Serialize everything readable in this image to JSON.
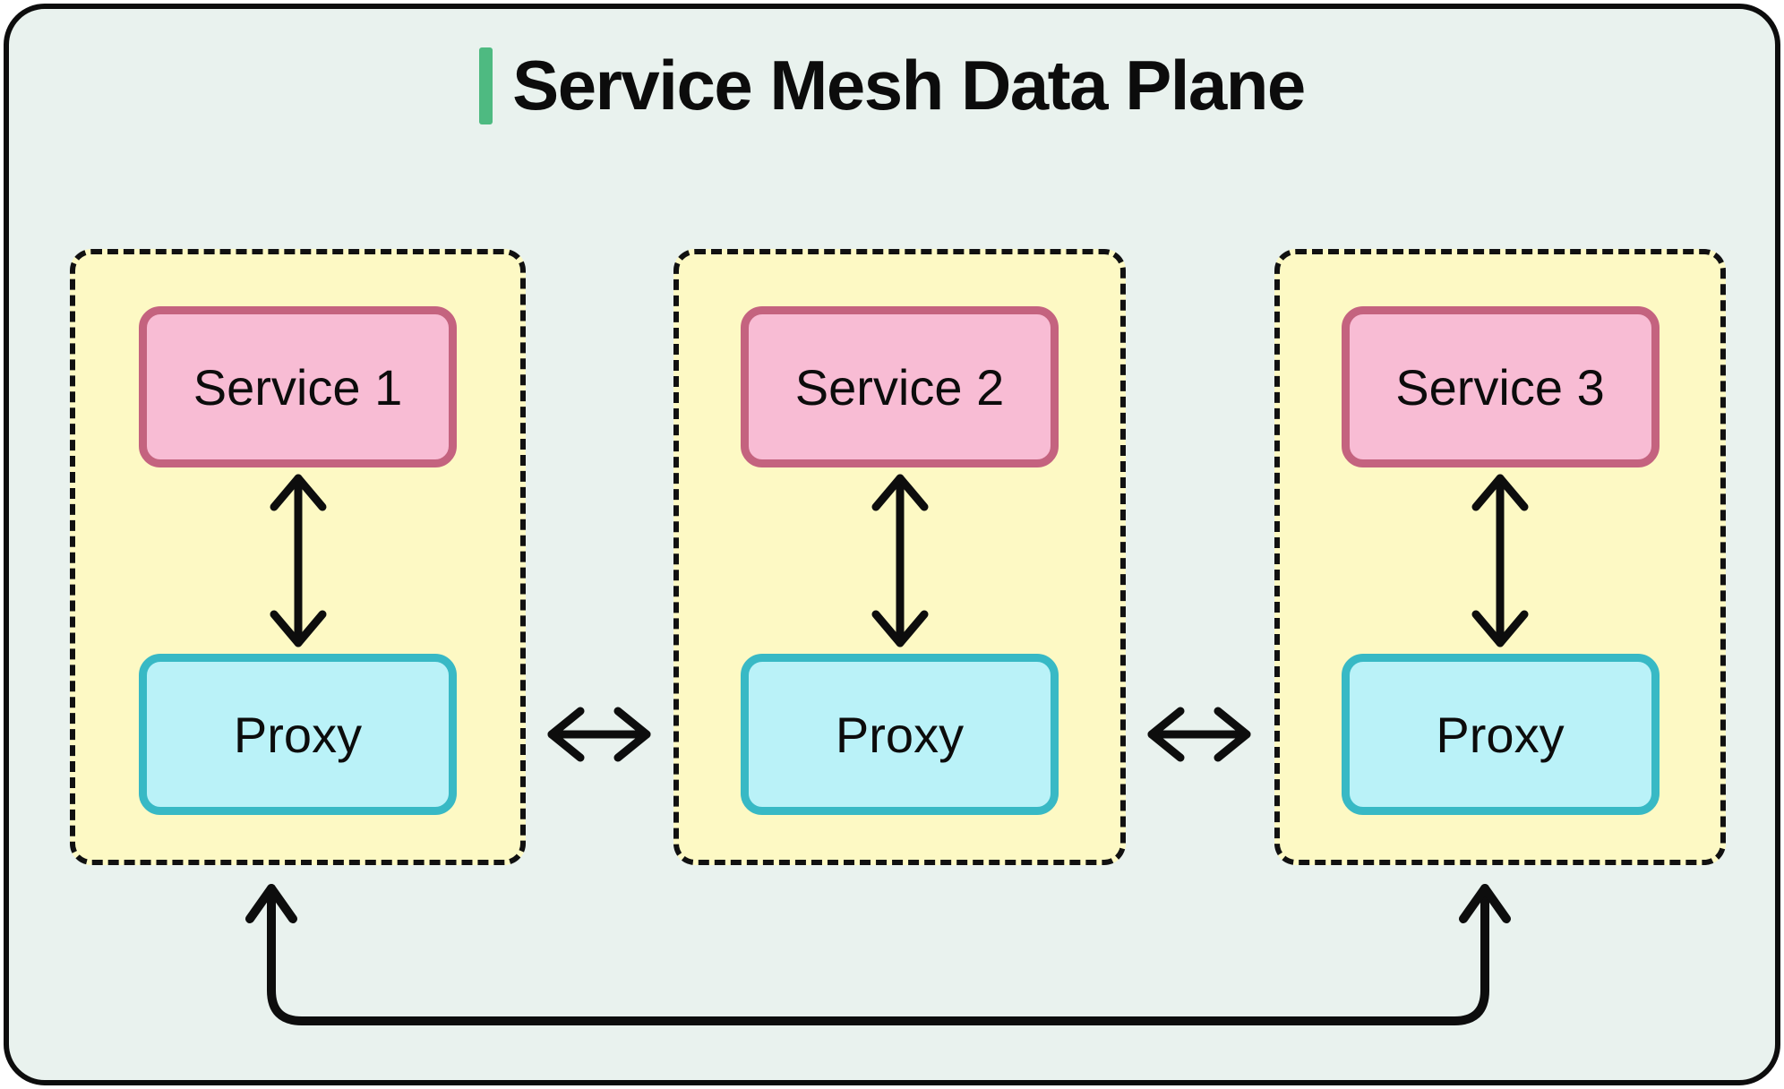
{
  "title": {
    "text": "Service Mesh Data Plane"
  },
  "pods": [
    {
      "id": "pod-1",
      "service": "Service 1",
      "proxy": "Proxy"
    },
    {
      "id": "pod-2",
      "service": "Service 2",
      "proxy": "Proxy"
    },
    {
      "id": "pod-3",
      "service": "Service 3",
      "proxy": "Proxy"
    }
  ],
  "connections": [
    {
      "from": "Service 1",
      "to": "Proxy (pod 1)",
      "direction": "bidirectional",
      "orientation": "vertical"
    },
    {
      "from": "Service 2",
      "to": "Proxy (pod 2)",
      "direction": "bidirectional",
      "orientation": "vertical"
    },
    {
      "from": "Service 3",
      "to": "Proxy (pod 3)",
      "direction": "bidirectional",
      "orientation": "vertical"
    },
    {
      "from": "Proxy (pod 1)",
      "to": "Proxy (pod 2)",
      "direction": "bidirectional",
      "orientation": "horizontal"
    },
    {
      "from": "Proxy (pod 2)",
      "to": "Proxy (pod 3)",
      "direction": "bidirectional",
      "orientation": "horizontal"
    },
    {
      "from": "Pod 1",
      "to": "Pod 3",
      "direction": "bidirectional",
      "orientation": "bottom-loop"
    }
  ],
  "colors": {
    "canvas_background": "#e9f2ee",
    "frame_border": "#0d0d0d",
    "title_accent": "#4eba81",
    "pod_fill": "#fdf9c4",
    "pod_border": "#111111",
    "service_fill": "#f8bcd4",
    "service_border": "#c4637f",
    "proxy_fill": "#baf2f8",
    "proxy_border": "#38b9c5",
    "arrow": "#0d0d0d",
    "text": "#0c0c0c"
  }
}
